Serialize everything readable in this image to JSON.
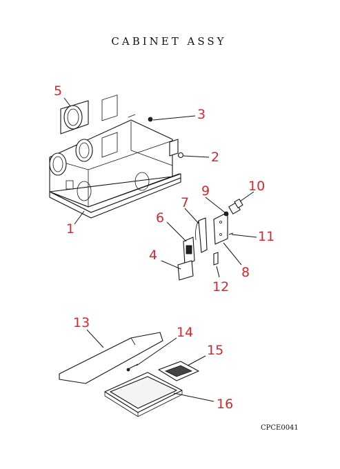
{
  "title": "CABINET ASSY",
  "drawing_code": "CPCE0041",
  "accent_color": "#d8262c",
  "callouts": [
    {
      "num": "1",
      "part": "cabinet"
    },
    {
      "num": "2",
      "part": "screw"
    },
    {
      "num": "3",
      "part": "nut"
    },
    {
      "num": "4",
      "part": "bracket-plate"
    },
    {
      "num": "5",
      "part": "duct-flange"
    },
    {
      "num": "6",
      "part": "switch-bracket"
    },
    {
      "num": "7",
      "part": "support-strap"
    },
    {
      "num": "8",
      "part": "mounting-plate"
    },
    {
      "num": "9",
      "part": "nut"
    },
    {
      "num": "10",
      "part": "connector"
    },
    {
      "num": "11",
      "part": "screw"
    },
    {
      "num": "12",
      "part": "fastener"
    },
    {
      "num": "13",
      "part": "cover-panel"
    },
    {
      "num": "14",
      "part": "pin"
    },
    {
      "num": "15",
      "part": "filter"
    },
    {
      "num": "16",
      "part": "drain-pan"
    }
  ]
}
